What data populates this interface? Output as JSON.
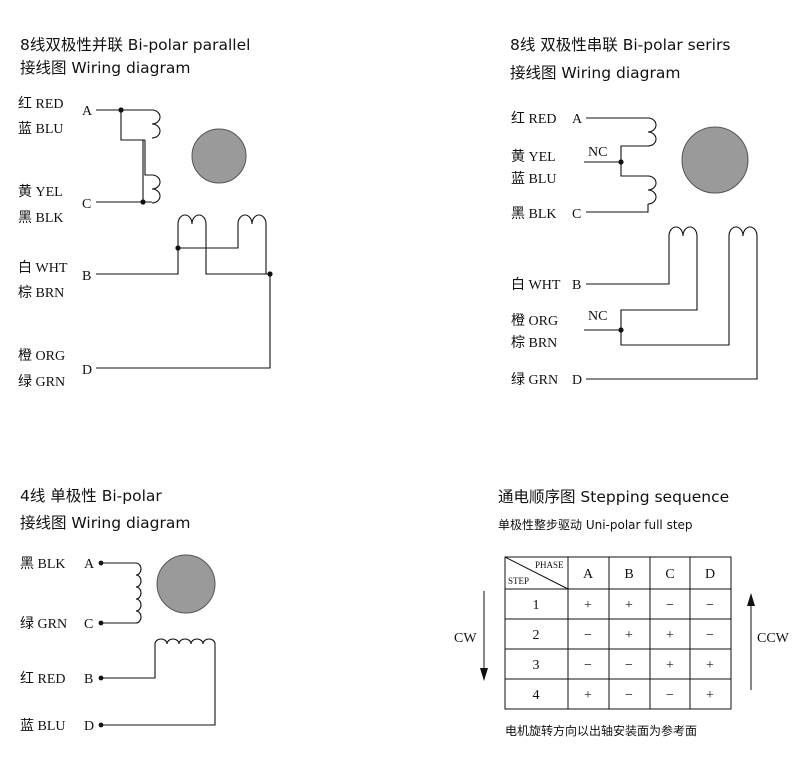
{
  "d1": {
    "title": "8线双极性并联 Bi-polar parallel",
    "subtitle": "接线图 Wiring diagram",
    "rows": [
      "红 RED",
      "蓝 BLU",
      "黄 YEL",
      "黑 BLK",
      "白 WHT",
      "棕 BRN",
      "橙 ORG",
      "绿 GRN"
    ],
    "terminals": [
      "A",
      "C",
      "B",
      "D"
    ]
  },
  "d2": {
    "title": "8线 双极性串联 Bi-polar serirs",
    "subtitle": "接线图 Wiring diagram",
    "rows": [
      "红 RED",
      "黄 YEL",
      "蓝 BLU",
      "黑 BLK",
      "白 WHT",
      "橙 ORG",
      "棕 BRN",
      "绿 GRN"
    ],
    "terminals": [
      "A",
      "C",
      "B",
      "D"
    ],
    "nc": "NC"
  },
  "d3": {
    "title": "4线 单极性 Bi-polar",
    "subtitle": "接线图 Wiring diagram",
    "rows": [
      "黑 BLK",
      "绿 GRN",
      "红 RED",
      "蓝 BLU"
    ],
    "terminals": [
      "A",
      "C",
      "B",
      "D"
    ]
  },
  "seq": {
    "title": "通电顺序图  Stepping sequence",
    "subtitle": "单极性整步驱动  Uni-polar full step",
    "header_phase": "PHASE",
    "header_step": "STEP",
    "columns": [
      "A",
      "B",
      "C",
      "D"
    ],
    "rows": [
      {
        "step": "1",
        "cells": [
          "+",
          "+",
          "−",
          "−"
        ]
      },
      {
        "step": "2",
        "cells": [
          "−",
          "+",
          "+",
          "−"
        ]
      },
      {
        "step": "3",
        "cells": [
          "−",
          "−",
          "+",
          "+"
        ]
      },
      {
        "step": "4",
        "cells": [
          "+",
          "−",
          "−",
          "+"
        ]
      }
    ],
    "cw": "CW",
    "ccw": "CCW",
    "note": "电机旋转方向以出轴安装面为参考面"
  }
}
